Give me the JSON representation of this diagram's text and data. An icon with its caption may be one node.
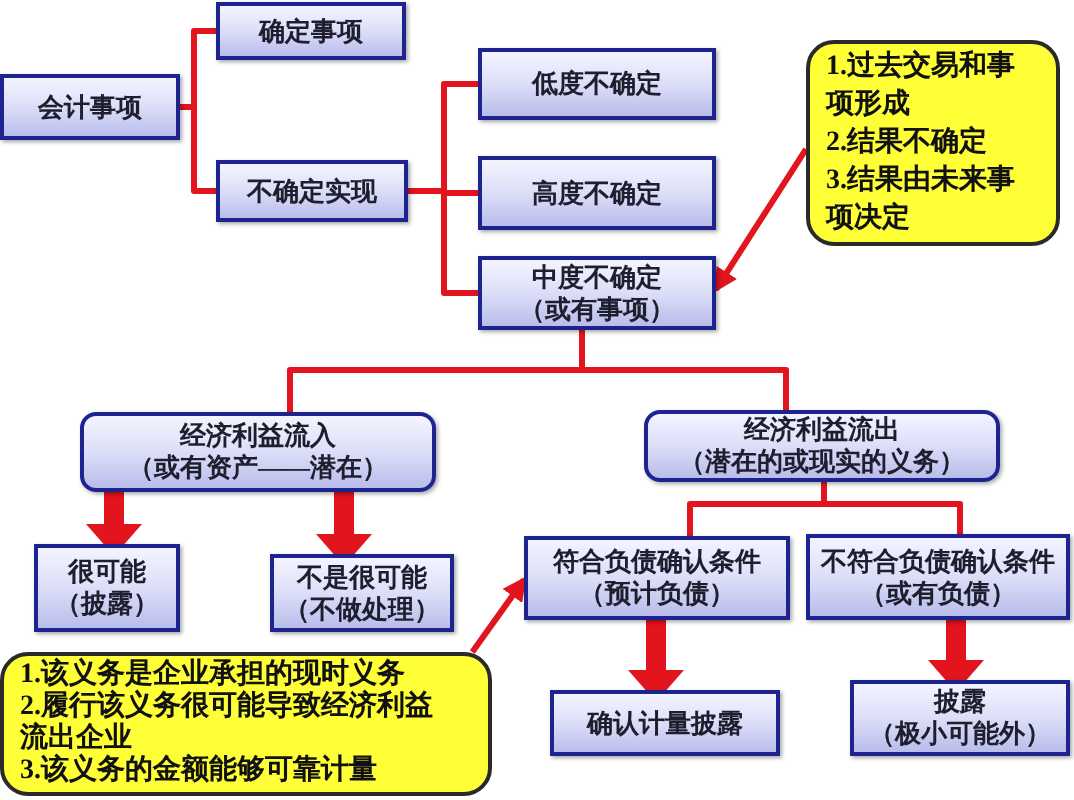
{
  "diagram": {
    "nodes": [
      {
        "text": [
          "会计事项"
        ]
      },
      {
        "text": [
          "确定事项"
        ]
      },
      {
        "text": [
          "不确定实现"
        ]
      },
      {
        "text": [
          "低度不确定"
        ]
      },
      {
        "text": [
          "高度不确定"
        ]
      },
      {
        "text": [
          "中度不确定",
          "（或有事项）"
        ]
      },
      {
        "text": [
          "1.过去交易和事项形成",
          "2.结果不确定",
          "3.结果由未来事项决定"
        ]
      },
      {
        "text": [
          "经济利益流入",
          "（或有资产——潜在）"
        ]
      },
      {
        "text": [
          "经济利益流出",
          "（潜在的或现实的义务）"
        ]
      },
      {
        "text": [
          "很可能",
          "（披露）"
        ]
      },
      {
        "text": [
          "不是很可能",
          "（不做处理）"
        ]
      },
      {
        "text": [
          "符合负债确认条件",
          "（预计负债）"
        ]
      },
      {
        "text": [
          "不符合负债确认条件",
          "（或有负债）"
        ]
      },
      {
        "text": [
          "确认计量披露"
        ]
      },
      {
        "text": [
          "披露",
          "（极小可能外）"
        ]
      },
      {
        "text": [
          "1.该义务是企业承担的现时义务",
          "2.履行该义务很可能导致经济利益流出企业",
          "3.该义务的金额能够可靠计量"
        ]
      }
    ],
    "edges": [
      {
        "from": 0,
        "to": 1,
        "arrow": "none"
      },
      {
        "from": 0,
        "to": 2,
        "arrow": "none"
      },
      {
        "from": 2,
        "to": 3,
        "arrow": "none"
      },
      {
        "from": 2,
        "to": 4,
        "arrow": "none"
      },
      {
        "from": 2,
        "to": 5,
        "arrow": "none"
      },
      {
        "from": 6,
        "to": 5,
        "arrow": "to"
      },
      {
        "from": 5,
        "to": 7,
        "arrow": "none"
      },
      {
        "from": 5,
        "to": 8,
        "arrow": "none"
      },
      {
        "from": 7,
        "to": 9,
        "arrow": "to",
        "style": "thick"
      },
      {
        "from": 7,
        "to": 10,
        "arrow": "to",
        "style": "thick"
      },
      {
        "from": 8,
        "to": 11,
        "arrow": "none"
      },
      {
        "from": 8,
        "to": 12,
        "arrow": "none"
      },
      {
        "from": 11,
        "to": 13,
        "arrow": "to",
        "style": "thick"
      },
      {
        "from": 12,
        "to": 14,
        "arrow": "to",
        "style": "thick"
      },
      {
        "from": 15,
        "to": 11,
        "arrow": "to"
      }
    ]
  }
}
